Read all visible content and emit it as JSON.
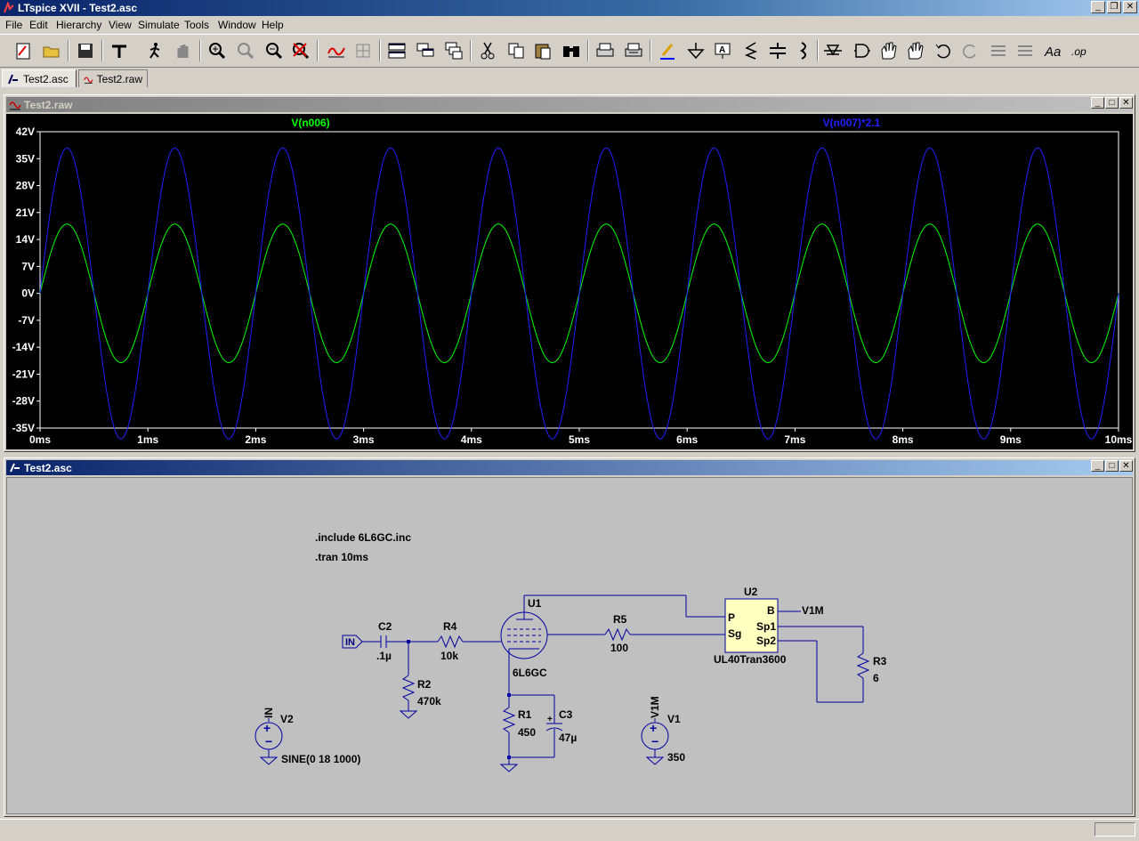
{
  "window": {
    "title": "LTspice XVII - Test2.asc"
  },
  "menu": [
    "File",
    "Edit",
    "Hierarchy",
    "View",
    "Simulate",
    "Tools",
    "Window",
    "Help"
  ],
  "toolbar_icons": [
    "new-schematic-icon",
    "open-icon",
    "save-icon",
    "control-panel-icon",
    "run-icon",
    "halt-icon",
    "zoom-in-icon",
    "zoom-pan-icon",
    "zoom-out-icon",
    "zoom-fit-icon",
    "autorange-icon",
    "grid-icon",
    "tile-horizontal-icon",
    "tile-vertical-icon",
    "cascade-icon",
    "cut-icon",
    "copy-icon",
    "paste-icon",
    "find-icon",
    "print-icon",
    "print-setup-icon",
    "draw-wire-icon",
    "ground-icon",
    "label-net-icon",
    "resistor-icon",
    "capacitor-icon",
    "inductor-icon",
    "diode-icon",
    "component-icon",
    "move-icon",
    "drag-icon",
    "undo-icon",
    "redo-icon",
    "rotate-icon",
    "mirror-icon",
    "text-icon",
    "spice-directive-icon"
  ],
  "tabs": [
    {
      "label": "Test2.asc"
    },
    {
      "label": "Test2.raw"
    }
  ],
  "plot_window": {
    "title": "Test2.raw"
  },
  "schematic_window": {
    "title": "Test2.asc"
  },
  "chart_data": {
    "type": "line",
    "series": [
      {
        "name": "V(n006)",
        "color": "#00ff00",
        "amplitude": 18,
        "offset": 0,
        "frequency_hz": 1000
      },
      {
        "name": "V(n007)*2.1",
        "color": "#2020ff",
        "amplitude": 37.8,
        "offset": 0,
        "frequency_hz": 1000
      }
    ],
    "x_ticks": [
      "0ms",
      "1ms",
      "2ms",
      "3ms",
      "4ms",
      "5ms",
      "6ms",
      "7ms",
      "8ms",
      "9ms",
      "10ms"
    ],
    "y_ticks": [
      "42V",
      "35V",
      "28V",
      "21V",
      "14V",
      "7V",
      "0V",
      "-7V",
      "-14V",
      "-21V",
      "-28V",
      "-35V"
    ],
    "xlim": [
      0,
      10
    ],
    "ylim": [
      -35,
      42
    ],
    "xunit": "ms",
    "yunit": "V",
    "grid": false
  },
  "schematic": {
    "directives": [
      ".include 6L6GC.inc",
      ".tran 10ms"
    ],
    "labels": {
      "in_flag": "IN",
      "c2": "C2",
      "c2_val": ".1µ",
      "r4": "R4",
      "r4_val": "10k",
      "r2": "R2",
      "r2_val": "470k",
      "u1": "U1",
      "u1_val": "6L6GC",
      "r5": "R5",
      "r5_val": "100",
      "u2": "U2",
      "u2_val": "UL40Tran3600",
      "u2_pin_p": "P",
      "u2_pin_sg": "Sg",
      "u2_pin_b": "B",
      "u2_pin_sp1": "Sp1",
      "u2_pin_sp2": "Sp2",
      "v1m_net": "V1M",
      "r3": "R3",
      "r3_val": "6",
      "r1": "R1",
      "r1_val": "450",
      "c3": "C3",
      "c3_val": "47µ",
      "c3_plus": "+",
      "v2": "V2",
      "v2_net": "IN",
      "v2_val": "SINE(0 18 1000)",
      "v1": "V1",
      "v1_net": "V1M",
      "v1_val": "350"
    }
  }
}
